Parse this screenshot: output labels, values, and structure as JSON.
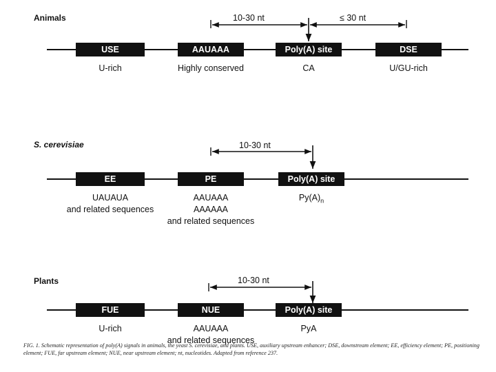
{
  "animals": {
    "title": "Animals",
    "boxes": [
      "USE",
      "AAUAAA",
      "Poly(A) site",
      "DSE"
    ],
    "labels": [
      "U-rich",
      "Highly conserved",
      "CA",
      "U/GU-rich"
    ],
    "span1": "10-30 nt",
    "span2": "≤ 30 nt"
  },
  "yeast": {
    "title": "S. cerevisiae",
    "boxes": [
      "EE",
      "PE",
      "Poly(A) site"
    ],
    "labels": [
      "UAUAUA\nand related sequences",
      "AAUAAA\nAAAAAA\nand related sequences",
      "Py(A)"
    ],
    "poly_sub": "n",
    "span1": "10-30 nt"
  },
  "plants": {
    "title": "Plants",
    "boxes": [
      "FUE",
      "NUE",
      "Poly(A) site"
    ],
    "labels": [
      "U-rich",
      "AAUAAA\nand related sequences",
      "PyA"
    ],
    "span1": "10-30 nt"
  },
  "caption": "FIG. 1. Schematic representation of poly(A) signals in animals, the yeast S. cerevisiae, and plants. USE, auxiliary upstream enhancer; DSE, downstream element; EE, efficiency element; PE, positioning element; FUE, far upstream element; NUE, near upstream element; nt, nucleotides. Adapted from reference 237."
}
